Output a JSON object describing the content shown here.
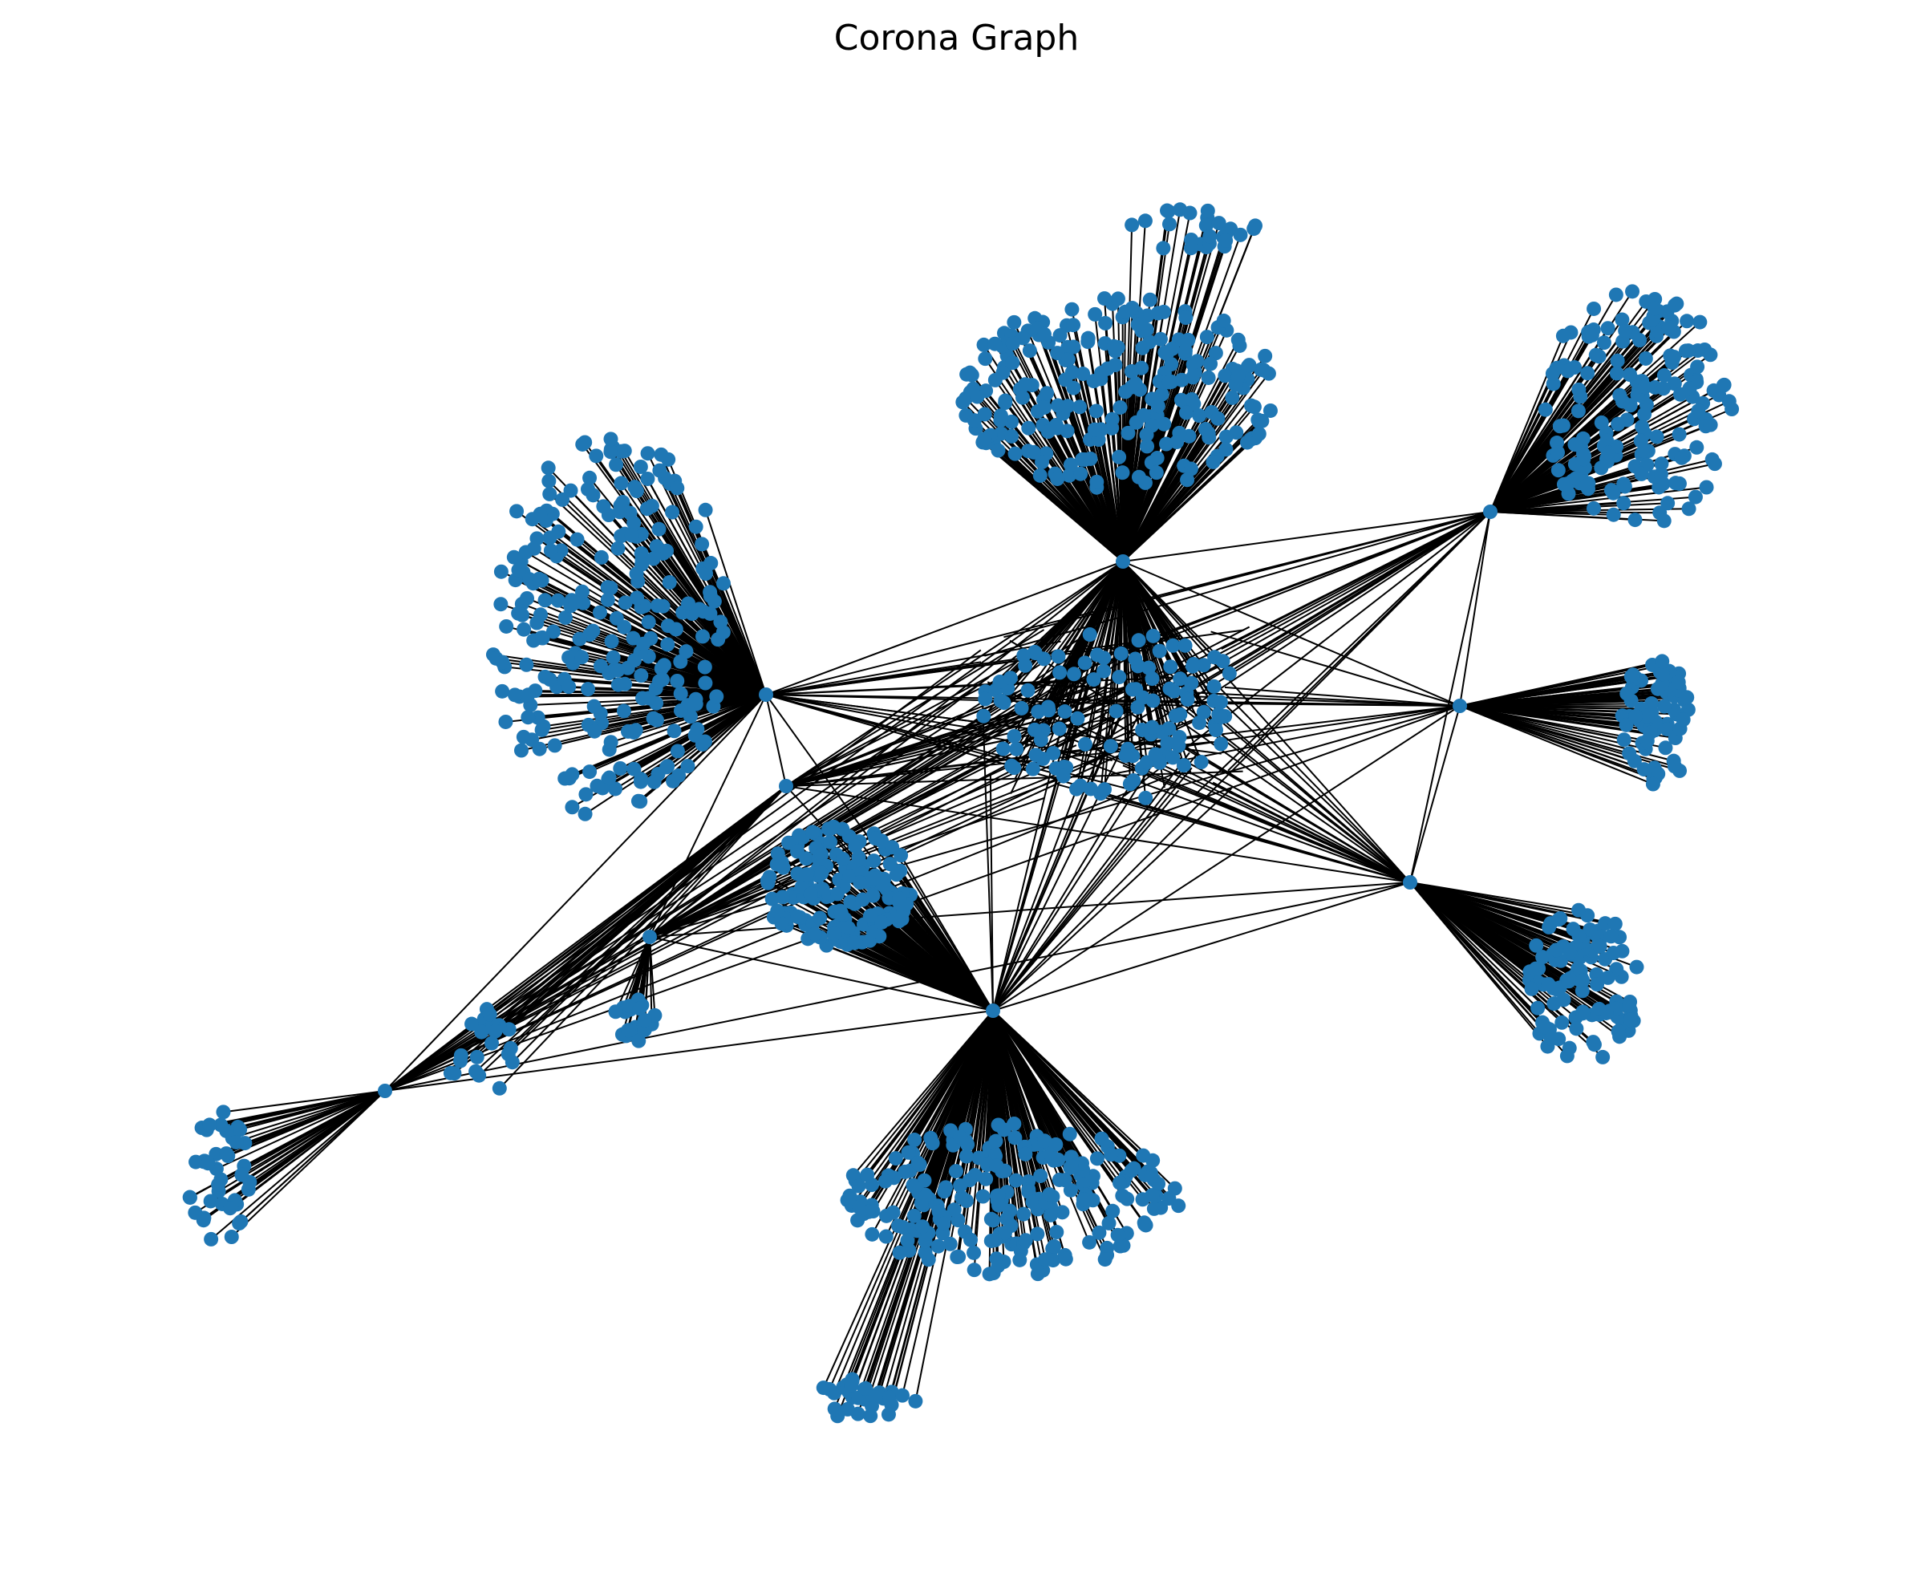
{
  "title": "Corona Graph",
  "colors": {
    "node": "#1f77b4",
    "edge": "#000000",
    "label": "#000000",
    "background": "#ffffff"
  },
  "graph": {
    "layout": "spring",
    "hubs": [
      {
        "id": "hub-left"
      },
      {
        "id": "hub-top"
      },
      {
        "id": "hub-right"
      },
      {
        "id": "hub-bottom"
      },
      {
        "id": "hub-right-mid"
      },
      {
        "id": "hub-right-low"
      },
      {
        "id": "hub-lower-left"
      },
      {
        "id": "hub-far-left"
      },
      {
        "id": "hub-left-chain"
      }
    ],
    "clusters": [
      {
        "id": "cluster-left-fan",
        "hub": "hub-left",
        "count": 260
      },
      {
        "id": "cluster-top-fan",
        "hub": "hub-top",
        "count": 240
      },
      {
        "id": "cluster-top-spike",
        "hub": "hub-top",
        "count": 26
      },
      {
        "id": "cluster-right-fan",
        "hub": "hub-right",
        "count": 170
      },
      {
        "id": "cluster-bottom-fan",
        "hub": "hub-bottom",
        "count": 230
      },
      {
        "id": "cluster-bottom-spike",
        "hub": "hub-bottom",
        "count": 30
      },
      {
        "id": "cluster-right-mid-fan",
        "hub": "hub-right-mid",
        "count": 70
      },
      {
        "id": "cluster-right-low-fan",
        "hub": "hub-right-low",
        "count": 110
      },
      {
        "id": "cluster-center-ellipse",
        "hub": "hub-bottom",
        "count": 150
      },
      {
        "id": "cluster-far-left-fan",
        "hub": "hub-far-left",
        "count": 40
      },
      {
        "id": "cluster-lower-left-small",
        "hub": "hub-lower-left",
        "count": 20
      },
      {
        "id": "cluster-chain-small",
        "hub": "hub-left-chain",
        "count": 22
      },
      {
        "id": "cluster-center-mixed",
        "hub": "hub-top",
        "count": 120
      }
    ]
  }
}
